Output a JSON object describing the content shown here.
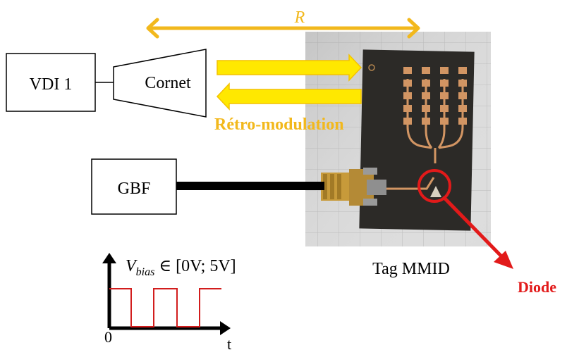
{
  "range_label": "R",
  "blocks": {
    "vdi": "VDI 1",
    "horn": "Cornet",
    "gbf": "GBF"
  },
  "retro_modulation_label": "Rétro-modulation",
  "tag_label": "Tag MMID",
  "diode_label": "Diode",
  "waveform": {
    "equation": "V_bias ∈ [0V; 5V]",
    "eq_v": "V",
    "eq_sub": "bias",
    "eq_rest": " ∈ [0V; 5V]",
    "origin_label": "0",
    "time_label": "t"
  },
  "colors": {
    "range_arrow": "#f2b81c",
    "beam_fill": "#ffe800",
    "beam_stroke": "#f4c200",
    "retro_text": "#f2b81c",
    "diode_red": "#e21a1a",
    "waveform_red": "#d21d1d",
    "cable": "#000000",
    "pcb": "#2c2a27",
    "copper": "#d29563"
  },
  "icons": {
    "range_arrow": "double-headed-arrow-icon",
    "beam_out": "right-arrow-icon",
    "beam_back": "left-arrow-icon",
    "diode_pointer": "pointer-arrow-icon"
  }
}
